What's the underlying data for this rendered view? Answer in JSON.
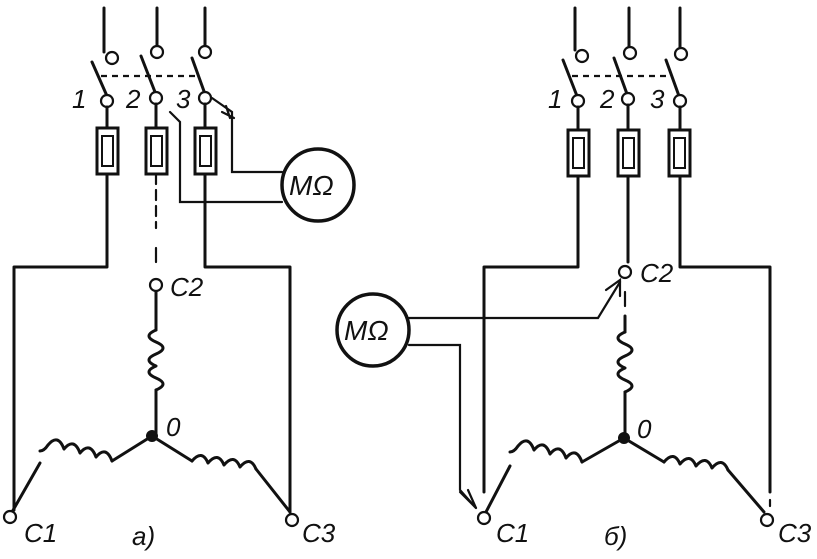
{
  "diagram_a": {
    "switch_numbers": [
      "1",
      "2",
      "3"
    ],
    "terminals": {
      "c1": "C1",
      "c2": "C2",
      "c3": "C3"
    },
    "neutral": "0",
    "meter": "MΩ",
    "caption": "а)"
  },
  "diagram_b": {
    "switch_numbers": [
      "1",
      "2",
      "3"
    ],
    "terminals": {
      "c1": "C1",
      "c2": "C2",
      "c3": "C3"
    },
    "neutral": "0",
    "meter": "MΩ",
    "caption": "б)"
  }
}
